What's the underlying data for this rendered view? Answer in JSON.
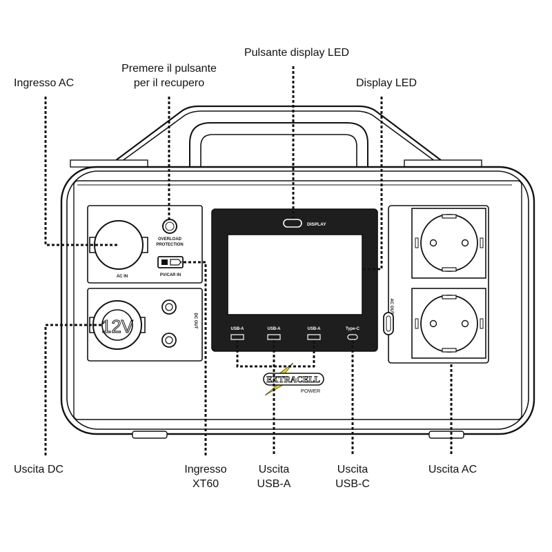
{
  "callouts": {
    "ac_in": "Ingresso AC",
    "overload": [
      "Premere il pulsante",
      "per il recupero"
    ],
    "display_button": "Pulsante display LED",
    "display_led": "Display LED",
    "dc_out": "Uscita DC",
    "xt60": [
      "Ingresso",
      "XT60"
    ],
    "usb_a": [
      "Uscita",
      "USB-A"
    ],
    "usb_c": [
      "Uscita",
      "USB-C"
    ],
    "ac_out": "Uscita AC"
  },
  "device_labels": {
    "ac_in": "AC IN",
    "overload_line1": "OVERLOAD",
    "overload_line2": "PROTECTION",
    "pv_car_in": "PV/CAR IN",
    "twelve_v": "12V",
    "dc_out": "DC OUT",
    "display": "DISPLAY",
    "usb_a": [
      "USB-A",
      "USB-A",
      "USB-A"
    ],
    "type_c": "Type-C",
    "ac_out": "AC OUT"
  },
  "brand": {
    "name": "EXTRACELL",
    "sub": "POWER",
    "bolt_color": "#f0d400"
  }
}
